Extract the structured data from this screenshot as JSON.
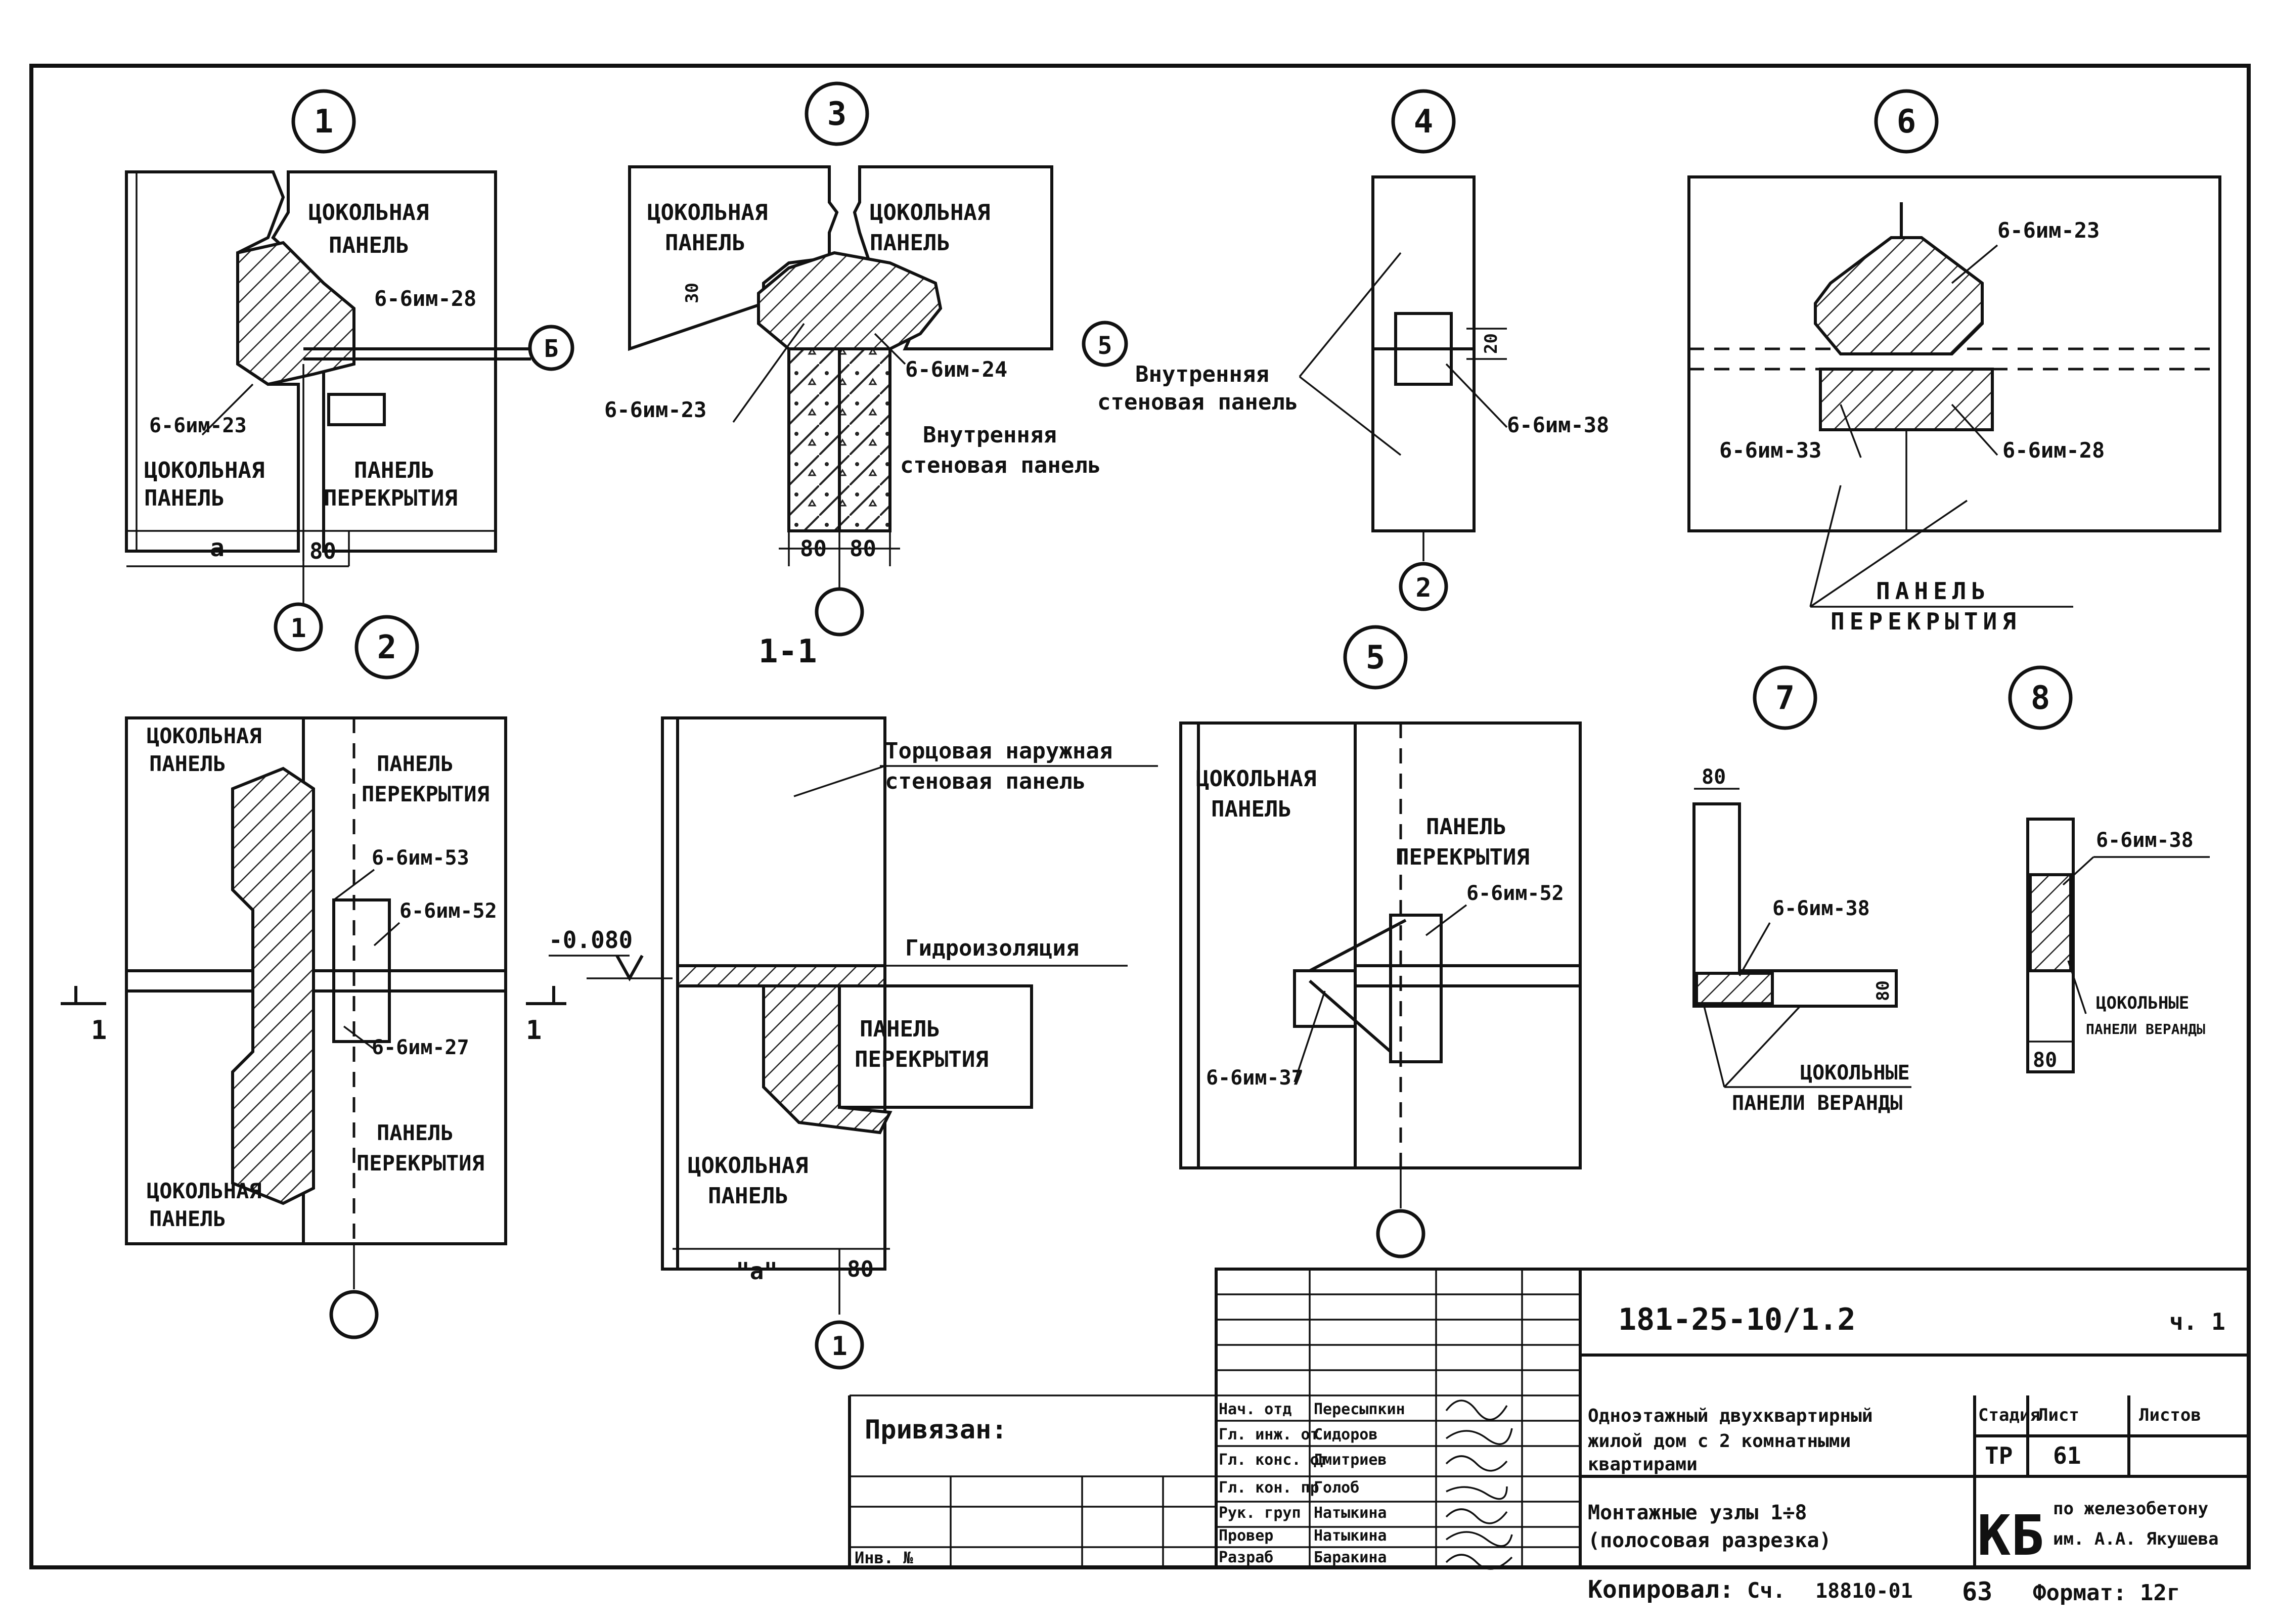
{
  "labels": {
    "n1": "1",
    "n2": "2",
    "n3": "3",
    "n4": "4",
    "n5": "5",
    "n6": "6",
    "n7": "7",
    "n8": "8",
    "socle_panel": "Цокольная панель",
    "socle_panel_cap": "ЦОКОЛЬНАЯ",
    "panel_word": "ПАНЕЛЬ",
    "floor_panel_1": "ПАНЕЛЬ",
    "floor_panel_2": "ПЕРЕКРЫТИЯ",
    "inner_wall_1": "Внутренняя",
    "inner_wall_2": "стеновая панель",
    "end_wall_1": "Торцовая наружная",
    "end_wall_2": "стеновая панель",
    "waterproofing": "Гидроизоляция",
    "veranda_1": "ЦОКОЛЬНЫЕ",
    "veranda_2": "ПАНЕЛИ ВЕРАНДЫ",
    "section": "1-1",
    "level": "-0.080",
    "dim_a": "a",
    "dim_a_q": "\"a\"",
    "dim_80": "80",
    "dim_20": "20",
    "dim_30": "30",
    "callout_b": "Б",
    "section_mark": "1",
    "m23": "6-6им-23",
    "m24": "6-6им-24",
    "m27": "6-6им-27",
    "m28": "6-6им-28",
    "m33": "6-6им-33",
    "m37": "6-6им-37",
    "m38": "6-6им-38",
    "m52": "6-6им-52",
    "m53": "6-6им-53"
  },
  "title_block": {
    "privyazan": "Привязан:",
    "inv": "Инв. №",
    "code": "181-25-10/1.2",
    "part": "ч. 1",
    "project_1": "Одноэтажный двухквартирный",
    "project_2": "жилой дом с 2 комнатными",
    "project_3": "квартирами",
    "sheet_title_1": "Монтажные узлы 1÷8",
    "sheet_title_2": "(полосовая разрезка)",
    "stage_h": "Стадия",
    "sheet_h": "Лист",
    "sheets_h": "Листов",
    "stage": "ТР",
    "sheet": "61",
    "org_logo": "КБ",
    "org_1": "по железобетону",
    "org_2": "им. А.А. Якушева",
    "copied": "Копировал:",
    "copied_sig": "Сч.",
    "copied_num": "18810-01",
    "copied_page": "63",
    "format": "Формат: 12г",
    "roles": [
      "Нач. отд",
      "Гл. инж. от",
      "Гл. конс. от",
      "Гл. кон. пр",
      "Рук. груп",
      "Провер",
      "Разраб"
    ],
    "names": [
      "Пересыпкин",
      "Сидоров",
      "Дмитриев",
      "Голоб",
      "Натыкина",
      "Натыкина",
      "Баракина"
    ]
  }
}
